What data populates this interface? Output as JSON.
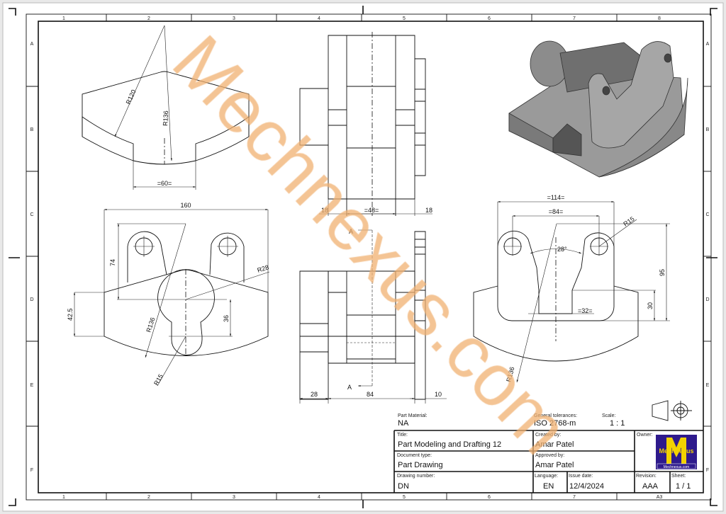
{
  "ruler": {
    "columns_top": [
      "1",
      "2",
      "3",
      "4",
      "5",
      "6",
      "7",
      "8"
    ],
    "columns_bottom": [
      "1",
      "2",
      "3",
      "4",
      "5",
      "6",
      "7",
      "A3"
    ],
    "rows": [
      "A",
      "B",
      "C",
      "D",
      "E",
      "F"
    ]
  },
  "watermark": "Mechnexus.com",
  "views": {
    "front_top": {
      "r120": "R120",
      "r136": "R136",
      "width": "=60="
    },
    "front_bottom": {
      "width": "160",
      "h74": "74",
      "h42": "42.5",
      "h36": "36",
      "r28": "R28",
      "r136": "R136",
      "r15": "R15"
    },
    "side_top": {
      "left": "18",
      "mid": "=48=",
      "right": "18"
    },
    "section": {
      "cut_top": "A",
      "cut_bottom": "A",
      "d28": "28",
      "d84": "84",
      "d10": "10"
    },
    "right": {
      "w114": "=114=",
      "w84": "=84=",
      "r15": "R15",
      "angle": "28°",
      "w32": "=32=",
      "h95": "95",
      "h30": "30",
      "r136": "R136"
    }
  },
  "title_block": {
    "part_material_label": "Part Material:",
    "part_material": "NA",
    "tolerances_label": "General tolerances:",
    "tolerances": "ISO 2768-m",
    "scale_label": "Scale:",
    "scale": "1 : 1",
    "title_label": "Title:",
    "title": "Part Modeling and Drafting 12",
    "created_label": "Created by:",
    "created_by": "Amar Patel",
    "owner_label": "Owner:",
    "doctype_label": "Document type:",
    "doctype": "Part Drawing",
    "approved_label": "Approved by:",
    "approved_by": "Amar Patel",
    "drawing_number_label": "Drawing number:",
    "drawing_number": "DN",
    "language_label": "Language:",
    "language": "EN",
    "issue_date_label": "Issue date:",
    "issue_date": "12/4/2024",
    "revision_label": "Revision:",
    "revision": "AAA",
    "sheet_label": "Sheet:",
    "sheet": "1 / 1",
    "logo_text": "Mechnexus",
    "logo_subtext": "Mechnexus.com",
    "logo_colors": {
      "background": "#2e1a8c",
      "letter": "#f2d200"
    }
  }
}
